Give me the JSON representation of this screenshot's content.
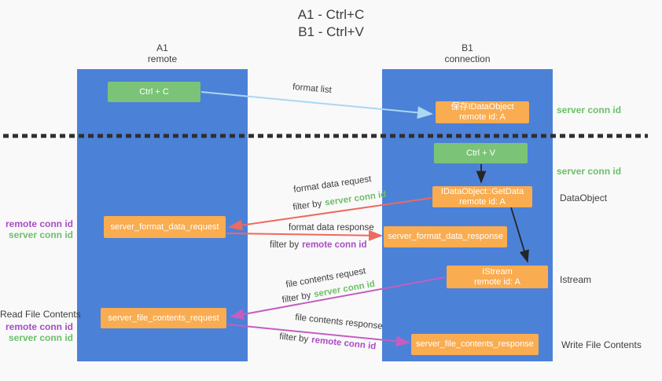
{
  "title": {
    "line1": "A1 - Ctrl+C",
    "line2": "B1 - Ctrl+V"
  },
  "columns": {
    "left": {
      "name": "A1",
      "subtitle": "remote"
    },
    "right": {
      "name": "B1",
      "subtitle": "connection"
    }
  },
  "boxes": {
    "ctrl_c": {
      "label": "Ctrl + C"
    },
    "save_dataobject": {
      "line1": "保存IDataObject",
      "line2": "remote id: A"
    },
    "ctrl_v": {
      "label": "Ctrl + V"
    },
    "getdata": {
      "line1": "IDataObject::GetData",
      "line2": "remote id: A"
    },
    "format_request": {
      "label": "server_format_data_request"
    },
    "format_response": {
      "label": "server_format_data_response"
    },
    "istream": {
      "line1": "IStream",
      "line2": "remote id: A"
    },
    "file_request": {
      "label": "server_file_contents_request"
    },
    "file_response": {
      "label": "server_file_contents_response"
    }
  },
  "arrow_labels": {
    "format_list": "format list",
    "format_data_request": "format data request",
    "format_data_response": "format data response",
    "file_contents_request": "file contents request",
    "file_contents_response": "file contents response",
    "filter_by": "filter by",
    "server_conn_id": "server conn id",
    "remote_conn_id": "remote conn id"
  },
  "side_labels": {
    "right_server_conn_id_top": "server conn id",
    "right_server_conn_id_mid": "server conn id",
    "right_dataobject": "DataObject",
    "right_istream": "Istream",
    "right_write_file_contents": "Write File Contents",
    "left_remote_conn_id_1": "remote conn id",
    "left_server_conn_id_1": "server conn id",
    "left_read_file_contents": "Read File Contents",
    "left_remote_conn_id_2": "remote conn id",
    "left_server_conn_id_2": "server conn id"
  },
  "colors": {
    "column_blue": "#4c81d8",
    "box_green": "#7bc377",
    "box_orange": "#f9ac50",
    "arrow_light_blue": "#aad7f2",
    "arrow_red": "#ed6a5f",
    "arrow_magenta": "#c45ec0",
    "arrow_black": "#262626",
    "text_dark": "#3d3d3d",
    "text_green": "#6cbf68",
    "text_purple": "#a84cc4"
  }
}
